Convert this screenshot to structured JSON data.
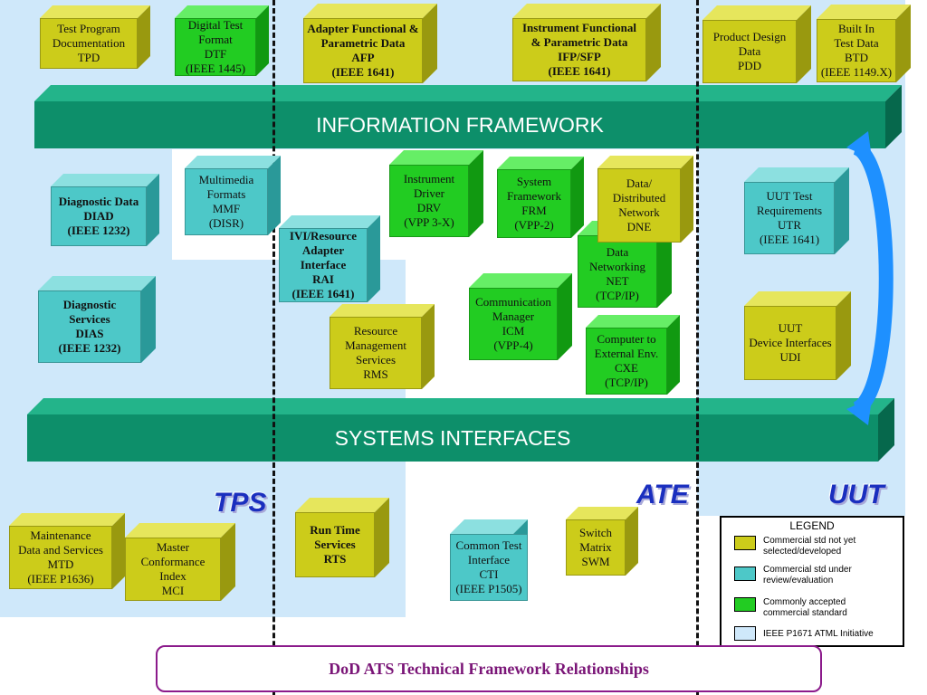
{
  "bands": {
    "info": "INFORMATION FRAMEWORK",
    "sys": "SYSTEMS INTERFACES"
  },
  "boxes": {
    "tpd": "Test Program\nDocumentation\nTPD",
    "dtf": "Digital Test\nFormat\nDTF\n(IEEE 1445)",
    "afp": "Adapter Functional &\nParametric Data\nAFP\n(IEEE 1641)",
    "ifp": "Instrument Functional\n& Parametric Data\nIFP/SFP\n(IEEE 1641)",
    "pdd": "Product Design\nData\nPDD",
    "btd": "Built In\nTest Data\nBTD\n(IEEE 1149.X)",
    "diad": "Diagnostic Data\nDIAD\n(IEEE 1232)",
    "dias": "Diagnostic\nServices\nDIAS\n(IEEE 1232)",
    "mmf": "Multimedia\nFormats\nMMF\n(DISR)",
    "rai": "IVI/Resource\nAdapter\nInterface\nRAI\n(IEEE 1641)",
    "rms": "Resource\nManagement\nServices\nRMS",
    "drv": "Instrument\nDriver\nDRV\n(VPP 3-X)",
    "frm": "System\nFramework\nFRM\n(VPP-2)",
    "dne": "Data/\nDistributed\nNetwork\nDNE",
    "net": "Data\nNetworking\nNET\n(TCP/IP)",
    "icm": "Communication\nManager\nICM\n(VPP-4)",
    "cxe": "Computer to\nExternal Env.\nCXE\n(TCP/IP)",
    "utr": "UUT Test\nRequirements\nUTR\n(IEEE 1641)",
    "udi": "UUT\nDevice Interfaces\nUDI",
    "mtd": "Maintenance\nData and Services\nMTD\n(IEEE P1636)",
    "mci": "Master\nConformance\nIndex\nMCI",
    "rts": "Run Time\nServices\nRTS",
    "cti": "Common Test\nInterface\nCTI\n(IEEE P1505)",
    "swm": "Switch\nMatrix\nSWM"
  },
  "tags": {
    "tps": "TPS",
    "ate": "ATE",
    "uut": "UUT"
  },
  "legend": {
    "title": "LEGEND",
    "items": [
      {
        "label": "Commercial std  not yet\nselected/developed",
        "color": "#cccc1a"
      },
      {
        "label": "Commercial std under\nreview/evaluation",
        "color": "#4dc8c8"
      },
      {
        "label": "Commonly accepted\ncommercial standard",
        "color": "#22cc22"
      },
      {
        "label": "IEEE P1671 ATML Initiative",
        "color": "#cfe8fa"
      }
    ]
  },
  "footer": {
    "title": "DoD ATS Technical Framework Relationships"
  },
  "colors": {
    "yellow": "#cccc1a",
    "cyan": "#4dc8c8",
    "green": "#22cc22",
    "band": "#0d8f6a",
    "arrow": "#1e90ff",
    "atml_region": "#cfe8fa",
    "title_border": "#8b1a8b"
  }
}
